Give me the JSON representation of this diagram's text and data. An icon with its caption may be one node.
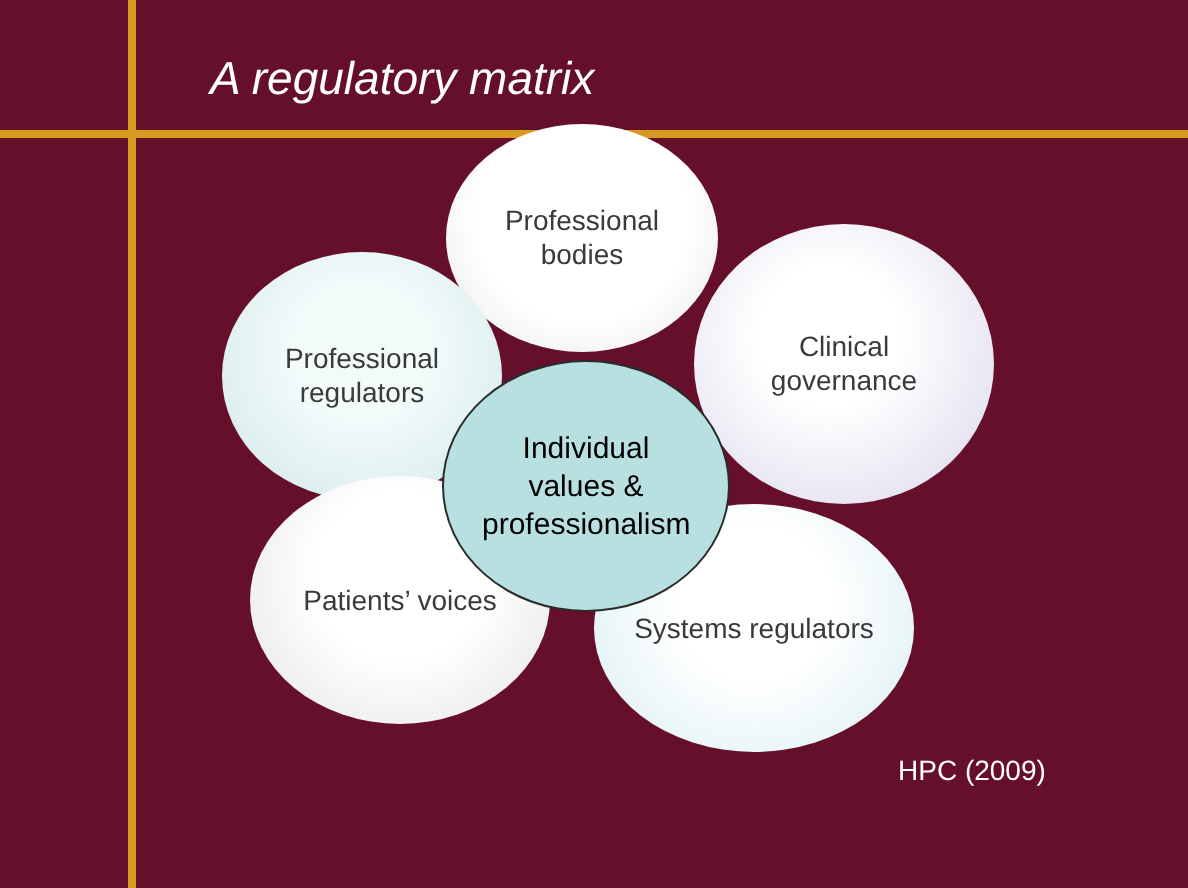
{
  "diagram": {
    "title": "A regulatory matrix",
    "nodes": [
      {
        "text": [
          "Professional bodies"
        ]
      },
      {
        "text": [
          "Clinical governance"
        ]
      },
      {
        "text": [
          "Professional regulators"
        ]
      },
      {
        "text": [
          "Individual values & professionalism"
        ]
      },
      {
        "text": [
          "Patients’ voices"
        ]
      },
      {
        "text": [
          "Systems regulators"
        ]
      }
    ],
    "labels": [
      "HPC (2009)"
    ]
  }
}
